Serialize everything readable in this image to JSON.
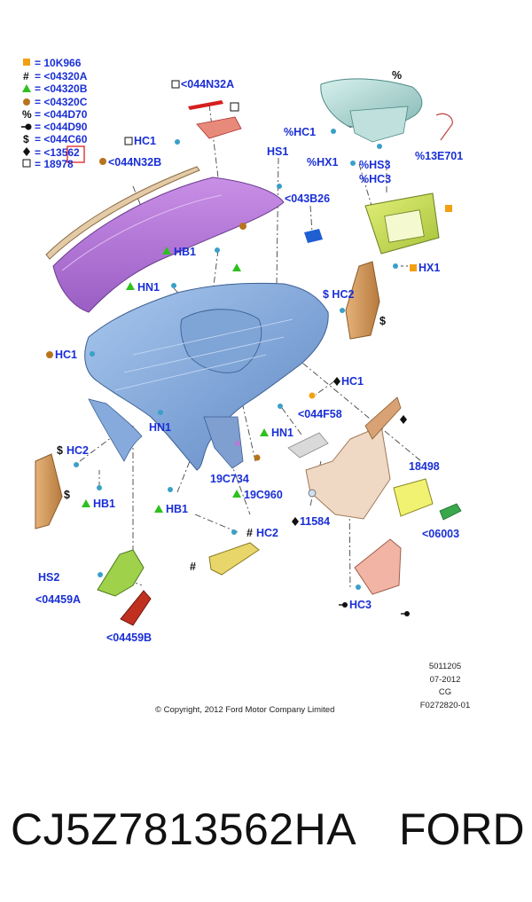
{
  "legend": [
    {
      "sym": "square-orange",
      "text": "= 10K966"
    },
    {
      "sym": "#",
      "text": "= <04320A"
    },
    {
      "sym": "triangle-green",
      "text": "= <04320B"
    },
    {
      "sym": "circle-brown",
      "text": "= <04320C"
    },
    {
      "sym": "%",
      "text": "= <044D70"
    },
    {
      "sym": "pushpin",
      "text": "= <044D90"
    },
    {
      "sym": "$",
      "text": "= <044C60"
    },
    {
      "sym": "diamond",
      "text": "= <13562"
    },
    {
      "sym": "square-open",
      "text": "= 18978"
    }
  ],
  "callouts": {
    "c044N32A": "<044N32A",
    "hc1_a": "HC1",
    "c044N32B": "<044N32B",
    "hs1": "HS1",
    "c043B26": "<043B26",
    "hc1_b": "%HC1",
    "hx1_a": "%HX1",
    "hs3": "%HS3",
    "hc3_a": "%HC3",
    "c13E701": "%13E701",
    "hx1_b": "HX1",
    "hb1_a": "HB1",
    "hn1_a": "HN1",
    "hc2_a": "$ HC2",
    "hc1_c": "HC1",
    "hc1_d": "HC1",
    "c044F58": "<044F58",
    "hn1_b": "HN1",
    "hn1_c": "HN1",
    "hc2_b": "HC2",
    "c19C734": "19C734",
    "c19C960": "19C960",
    "c18498": "18498",
    "hb1_b": "HB1",
    "hb1_c": "HB1",
    "c11584": "11584",
    "c06003": "<06003",
    "hc2_c": "HC2",
    "hs2": "HS2",
    "c04459A": "<04459A",
    "hc3_b": "HC3",
    "c04459B": "<04459B"
  },
  "drawing_info": {
    "line1": "5011205",
    "line2": "07-2012",
    "line3": "CG",
    "line4": "F0272820-01"
  },
  "copyright": "© Copyright, 2012 Ford Motor Company Limited",
  "footer": {
    "part_number": "CJ5Z7813562HA",
    "brand": "FORD"
  },
  "colors": {
    "label_blue": "#1a2fd6",
    "instrument_panel": "#8aaedb",
    "top_pad": "#b47ad6",
    "orange_symbol": "#f2a013",
    "green_symbol": "#2ec01f",
    "brown_symbol": "#b8731d"
  }
}
